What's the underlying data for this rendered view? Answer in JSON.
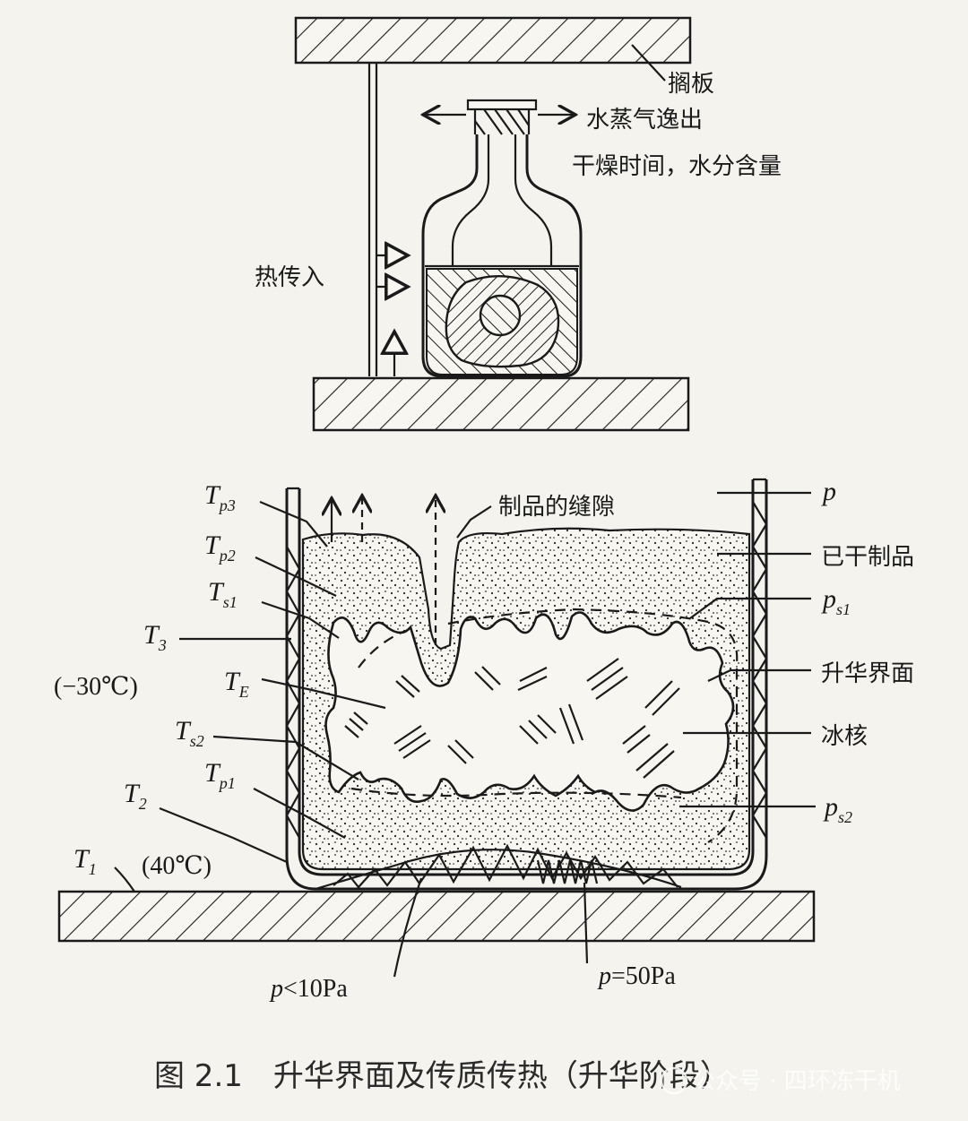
{
  "top_diagram": {
    "shelf_label": "搁板",
    "vapor_label": "水蒸气逸出",
    "drying_label": "干燥时间，水分含量",
    "heat_label": "热传入"
  },
  "bottom_diagram": {
    "left_labels": {
      "tp3": {
        "main": "T",
        "sub": "p3"
      },
      "tp2": {
        "main": "T",
        "sub": "p2"
      },
      "ts1": {
        "main": "T",
        "sub": "s1"
      },
      "t3": {
        "main": "T",
        "sub": "3"
      },
      "t3_temp": "(−30℃)",
      "te": {
        "main": "T",
        "sub": "E"
      },
      "ts2": {
        "main": "T",
        "sub": "s2"
      },
      "tp1": {
        "main": "T",
        "sub": "p1"
      },
      "t2": {
        "main": "T",
        "sub": "2"
      },
      "t1": {
        "main": "T",
        "sub": "1"
      },
      "t1_temp": "(40℃)"
    },
    "gap_label": "制品的缝隙",
    "right_labels": {
      "p": "p",
      "dried": "已干制品",
      "ps1": {
        "main": "p",
        "sub": "s1"
      },
      "interface": "升华界面",
      "ice": "冰核",
      "ps2": {
        "main": "p",
        "sub": "s2"
      }
    },
    "bottom_labels": {
      "p_low": {
        "main": "p",
        "rest": "<10Pa"
      },
      "p_high": {
        "main": "p",
        "rest": "=50Pa"
      }
    }
  },
  "caption": "图 2.1　升华界面及传质传热（升华阶段）",
  "watermark": "公众号 · 四环冻干机"
}
